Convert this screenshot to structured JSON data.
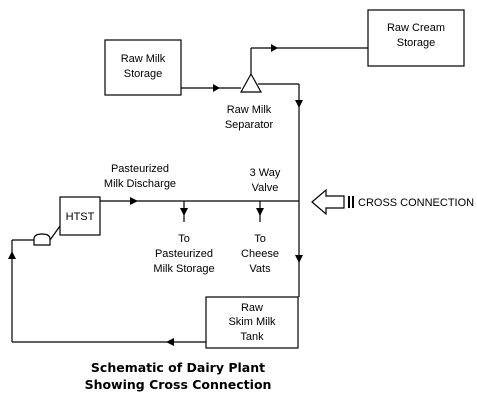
{
  "nodes": {
    "raw_milk_storage": [
      "Raw Milk",
      "Storage"
    ],
    "raw_cream_storage": [
      "Raw Cream",
      "Storage"
    ],
    "separator": [
      "Raw Milk",
      "Separator"
    ],
    "htst": "HTST",
    "raw_skim_milk_tank": [
      "Raw",
      "Skim Milk",
      "Tank"
    ],
    "pasteurized_discharge": [
      "Pasteurized",
      "Milk Discharge"
    ],
    "three_way_valve": [
      "3 Way",
      "Valve"
    ],
    "to_pasteurized_storage": [
      "To",
      "Pasteurized",
      "Milk Storage"
    ],
    "to_cheese_vats": [
      "To",
      "Cheese",
      "Vats"
    ]
  },
  "cross_connection_label": "CROSS CONNECTION",
  "title": [
    "Schematic of Dairy Plant",
    "Showing Cross Connection"
  ]
}
